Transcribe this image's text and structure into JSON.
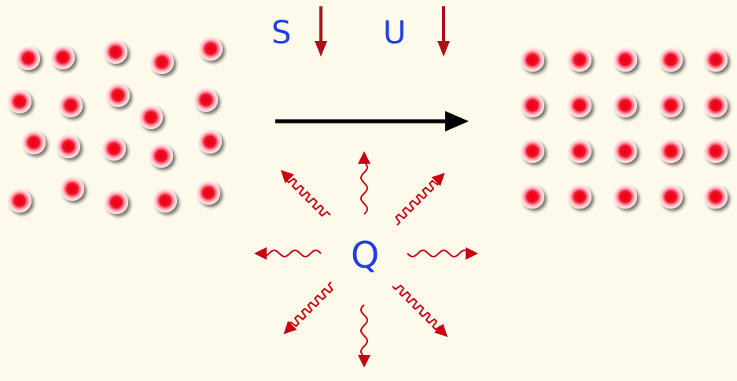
{
  "labels": {
    "entropy": "S",
    "internal_energy": "U",
    "heat": "Q"
  },
  "colors": {
    "background": "#fdfaeb",
    "particle_core": "#e8001a",
    "particle_glow": "#ff9aa6",
    "label_text": "#1f3fe0",
    "down_arrow": "#a8121b",
    "process_arrow": "#000000",
    "heat_ray": "#c8000f"
  },
  "particles": {
    "disordered_count": 20,
    "ordered_rows": 4,
    "ordered_cols": 5
  },
  "heat_rays": {
    "count": 8
  }
}
